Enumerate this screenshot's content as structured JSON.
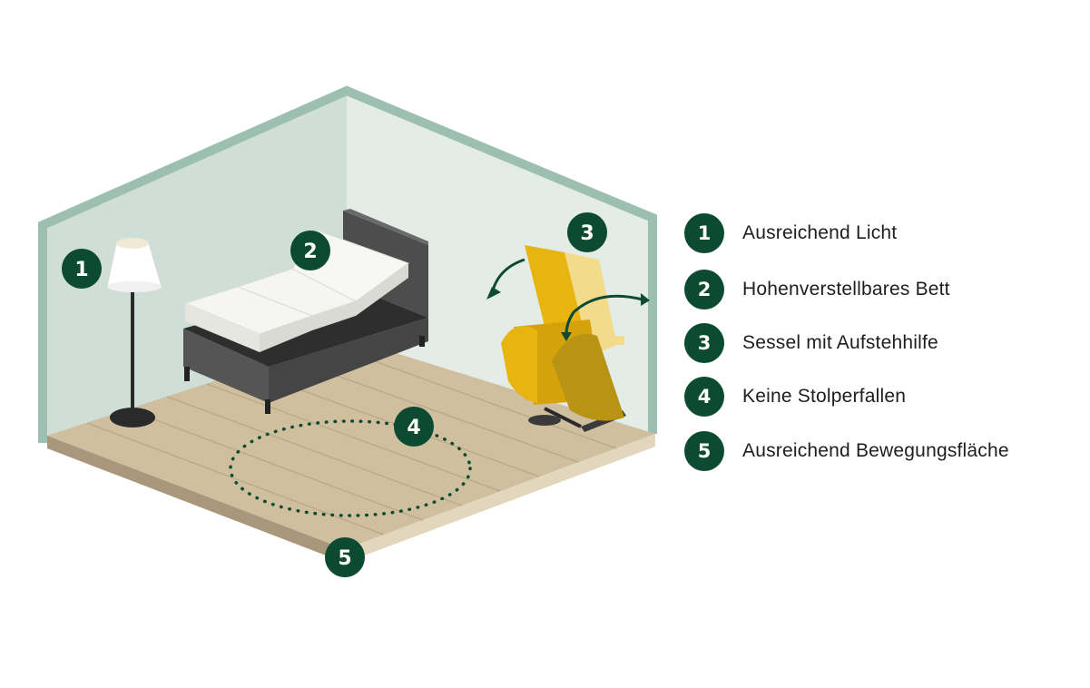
{
  "colors": {
    "badge": "#0c4a32",
    "wall_trim": "#9dbfb1",
    "wall_left": "#cfdfd8",
    "wall_right": "#e4ece8",
    "floor": "#cfbf9f",
    "chair": "#e8b410",
    "bed_frame": "#555555",
    "mattress": "#f3f3f0"
  },
  "badges": [
    {
      "number": "1"
    },
    {
      "number": "2"
    },
    {
      "number": "3"
    },
    {
      "number": "4"
    },
    {
      "number": "5"
    }
  ],
  "legend": [
    {
      "number": "1",
      "label": "Ausreichend Licht"
    },
    {
      "number": "2",
      "label": "Hohenverstellbares Bett"
    },
    {
      "number": "3",
      "label": "Sessel mit Aufstehhilfe"
    },
    {
      "number": "4",
      "label": "Keine Stolperfallen"
    },
    {
      "number": "5",
      "label": "Ausreichend Bewegungsfläche"
    }
  ]
}
